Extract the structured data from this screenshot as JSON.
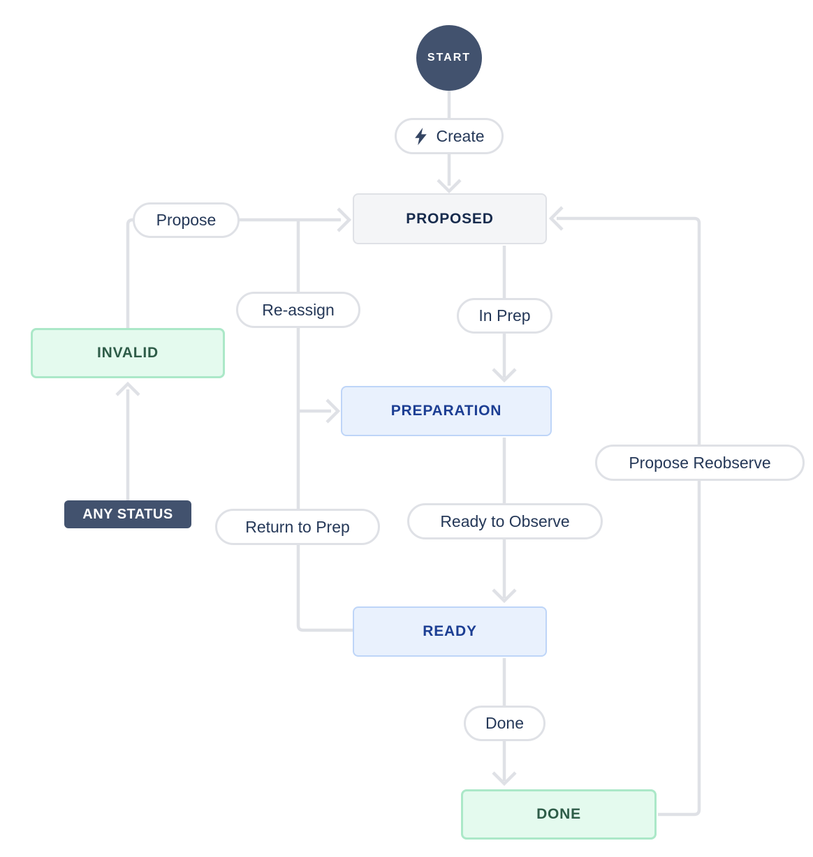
{
  "workflow": {
    "start_label": "START",
    "statuses": {
      "proposed": "PROPOSED",
      "invalid": "INVALID",
      "preparation": "PREPARATION",
      "ready": "READY",
      "done": "DONE",
      "any_status": "ANY STATUS"
    },
    "transitions": {
      "create": "Create",
      "propose": "Propose",
      "re_assign": "Re-assign",
      "in_prep": "In Prep",
      "return_to_prep": "Return to Prep",
      "ready_to_observe": "Ready to Observe",
      "done": "Done",
      "propose_reobserve": "Propose Reobserve"
    },
    "icons": {
      "create": "lightning-bolt-icon"
    },
    "colors": {
      "connector": "#DFE1E6",
      "node_dark": "#42526E",
      "status_neutral_bg": "#F4F5F7",
      "status_neutral_border": "#DFE1E6",
      "status_neutral_text": "#172B4D",
      "status_info_bg": "#E9F1FD",
      "status_info_border": "#BED5F8",
      "status_info_text": "#1C3E93",
      "status_success_bg": "#E4FAEE",
      "status_success_border": "#ABE8C8",
      "status_success_text": "#2E5C48",
      "transition_text": "#253858",
      "transition_border": "#DFE1E6"
    }
  }
}
